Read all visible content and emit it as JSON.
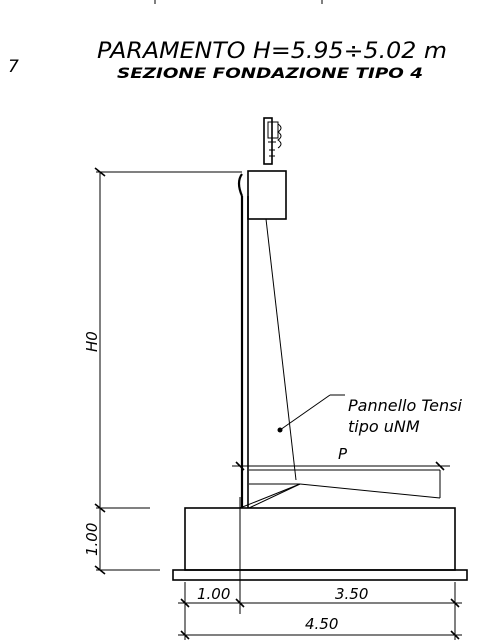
{
  "header": {
    "title": "PARAMENTO  H=5.95÷5.02  m",
    "subtitle": "SEZIONE FONDAZIONE TIPO 4",
    "left_marker": "7"
  },
  "dimensions": {
    "height_label": "H0",
    "footing_label": "1.00",
    "p_label": "P",
    "toe_label": "1.00",
    "heel_label": "3.50",
    "total_label": "4.50"
  },
  "annotation": {
    "line1": "Pannello Tensi",
    "line2": "tipo uNM"
  },
  "colors": {
    "ink": "#000000",
    "background": "#ffffff"
  }
}
